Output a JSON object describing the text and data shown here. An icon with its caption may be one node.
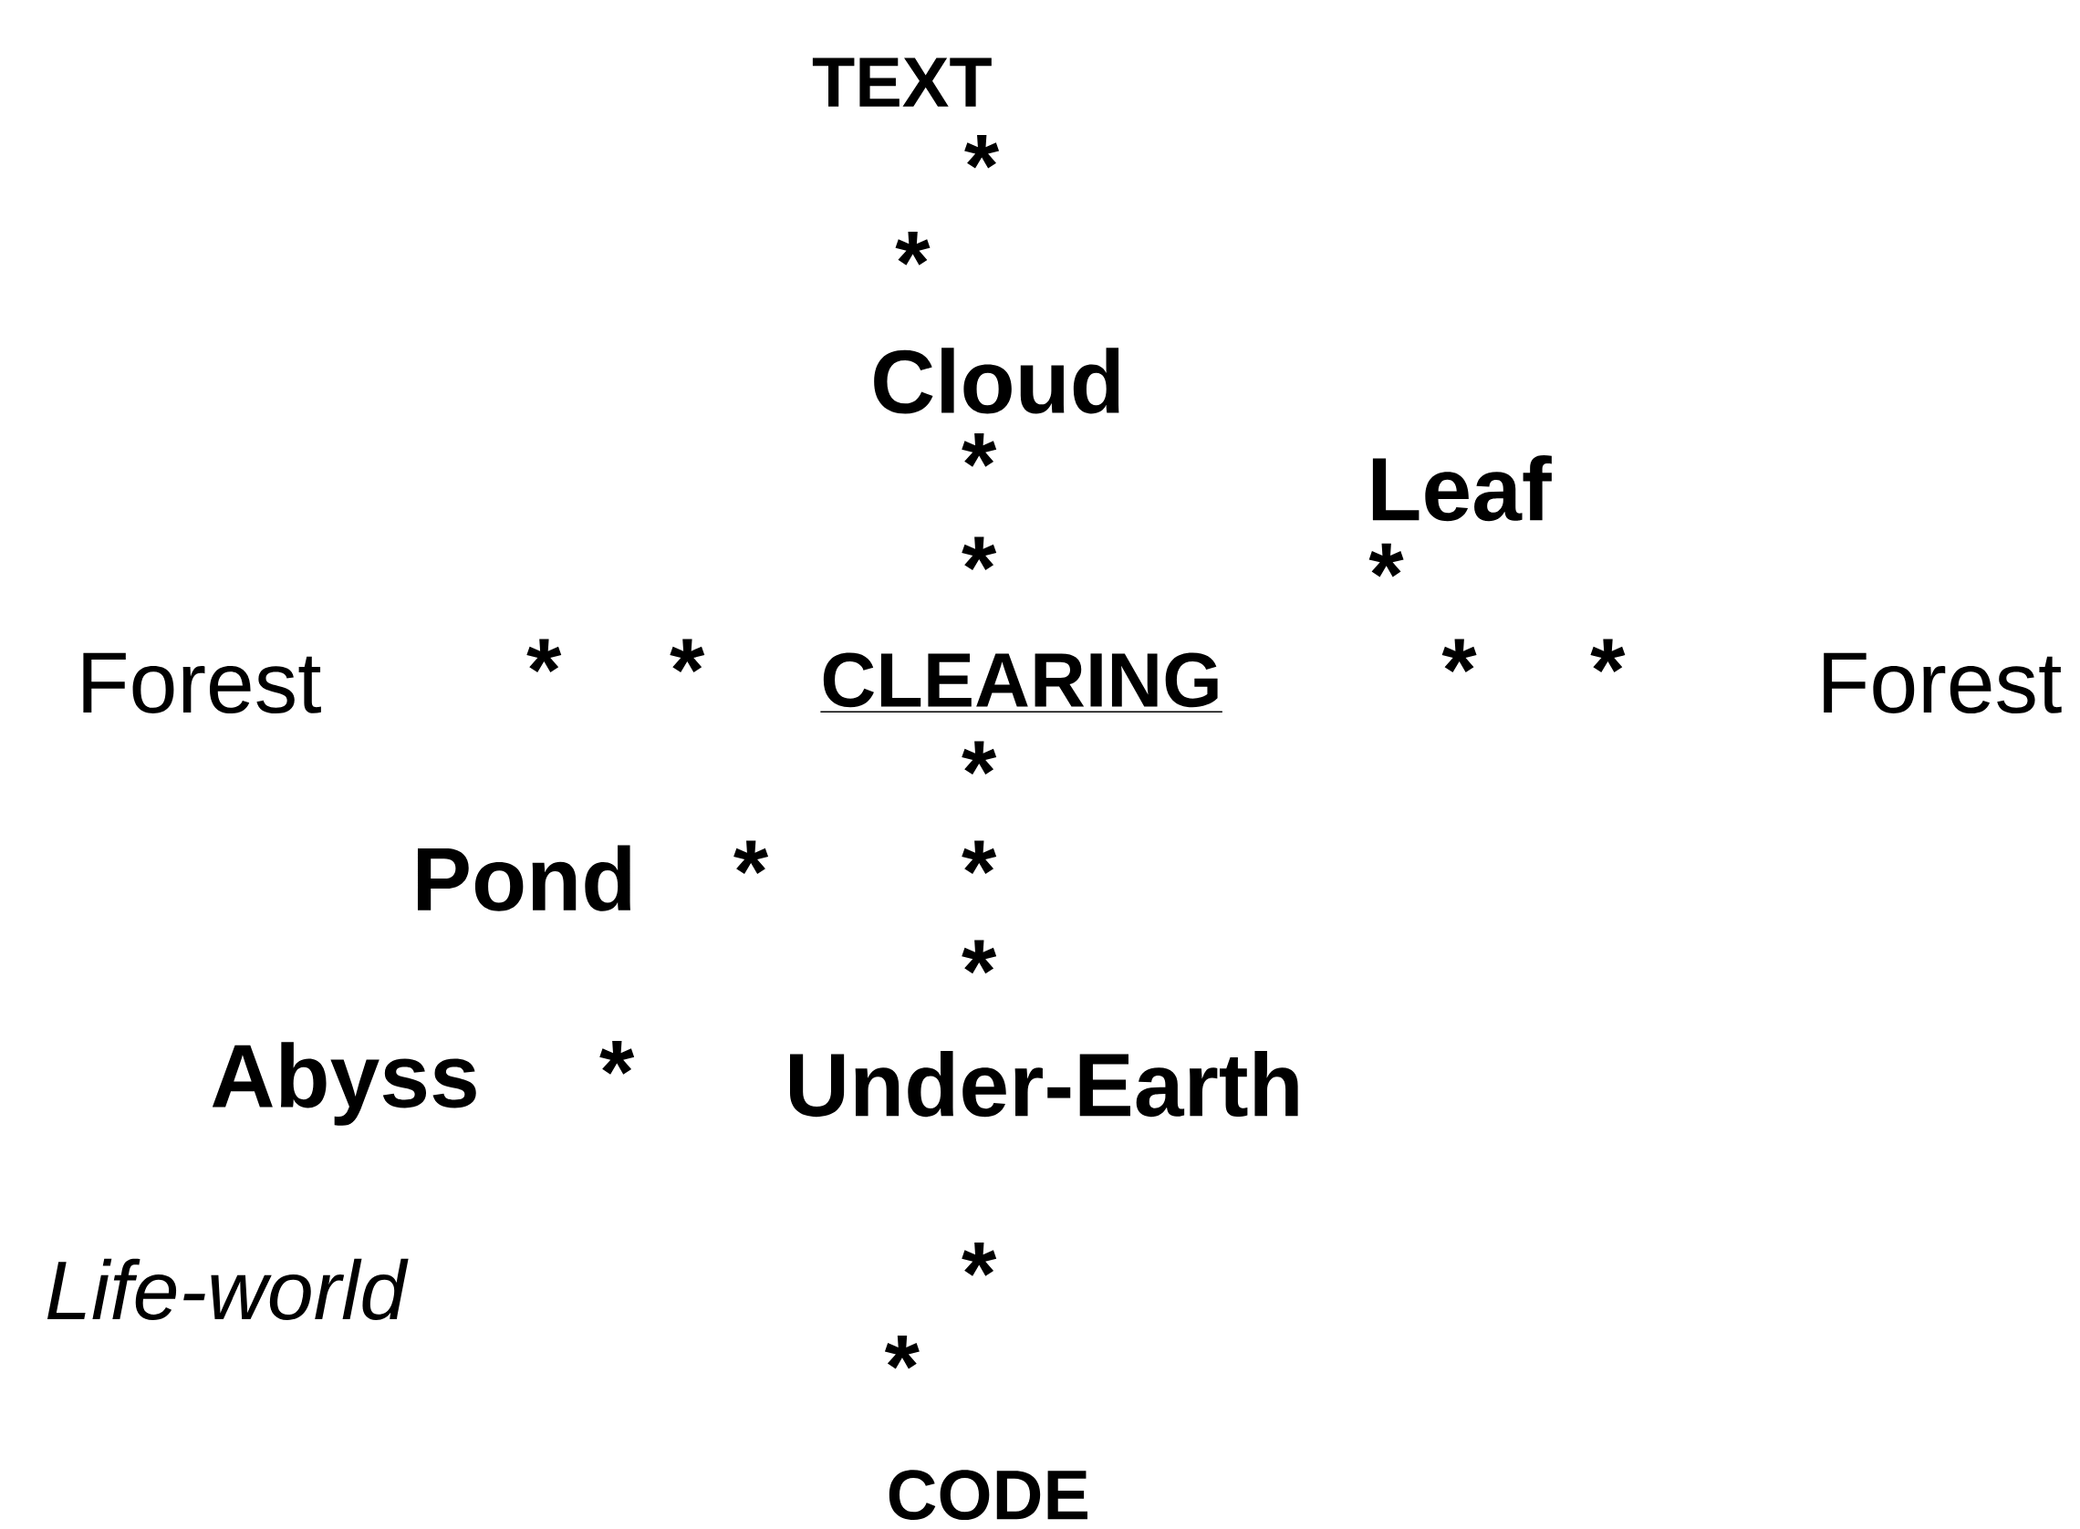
{
  "diagram": {
    "labels": [
      "TEXT",
      "*",
      "*",
      "Cloud",
      "*",
      "Leaf",
      "*",
      "*",
      "Forest",
      "*",
      "*",
      "CLEARING",
      "*",
      "*",
      "Forest",
      "*",
      "Pond",
      "*",
      "*",
      "*",
      "Abyss",
      "*",
      "Under-Earth",
      "Life-world",
      "*",
      "*",
      "CODE"
    ]
  }
}
